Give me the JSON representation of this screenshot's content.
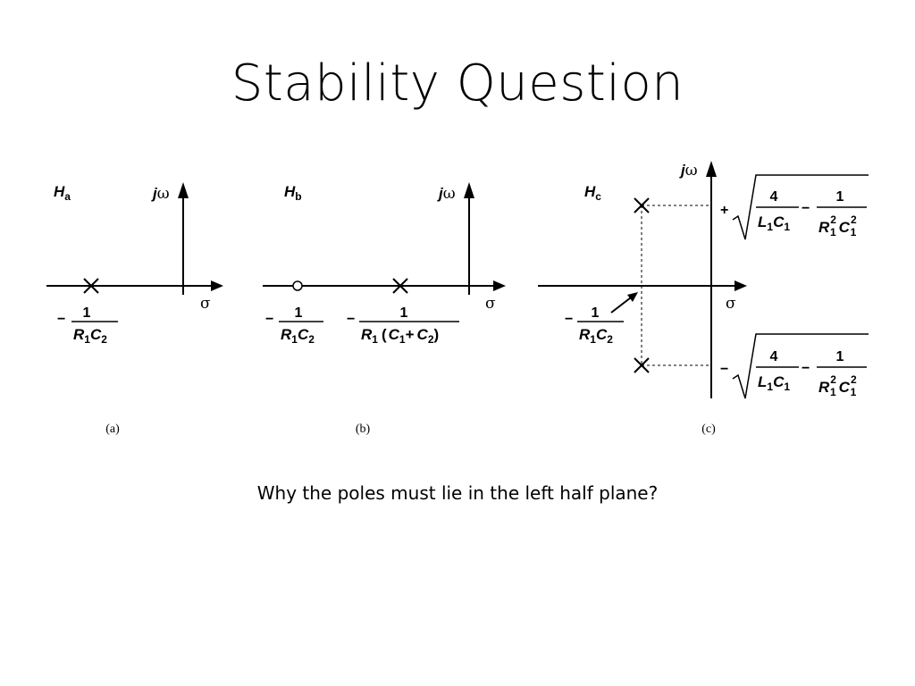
{
  "slide": {
    "title": "Stability Question",
    "caption": "Why the poles must lie in the left half plane?"
  },
  "panels": {
    "a": {
      "name": "H",
      "name_sub": "a",
      "caption": "(a)",
      "pole_label": {
        "sign": "−",
        "num": "1",
        "den_r": "R",
        "den_r_sub": "1",
        "den_c": "C",
        "den_c_sub": "2"
      }
    },
    "b": {
      "name": "H",
      "name_sub": "b",
      "caption": "(b)",
      "zero_label": {
        "sign": "−",
        "num": "1",
        "den_r": "R",
        "den_r_sub": "1",
        "den_c": "C",
        "den_c_sub": "2"
      },
      "pole_label": {
        "sign": "−",
        "num": "1",
        "den_r": "R",
        "den_r_sub": "1",
        "den_open": "(",
        "den_c1": "C",
        "den_c1_sub": "1",
        "plus": "+",
        "den_c2": "C",
        "den_c2_sub": "2",
        "den_close": ")"
      }
    },
    "c": {
      "name": "H",
      "name_sub": "c",
      "caption": "(c)",
      "real_label": {
        "sign": "−",
        "num": "1",
        "den_r": "R",
        "den_r_sub": "1",
        "den_c": "C",
        "den_c_sub": "2"
      },
      "imag_upper_sign": "+",
      "imag_lower_sign": "−",
      "imag_expr": {
        "num1": "4",
        "den1_l": "L",
        "den1_l_sub": "1",
        "den1_c": "C",
        "den1_c_sub": "1",
        "minus": "−",
        "num2": "1",
        "den2_r": "R",
        "den2_r_sub": "1",
        "den2_r_sup": "2",
        "den2_c": "C",
        "den2_c_sub": "1",
        "den2_c_sup": "2"
      }
    }
  },
  "axes": {
    "imag_j": "j",
    "imag_omega": "ω",
    "real": "σ"
  }
}
